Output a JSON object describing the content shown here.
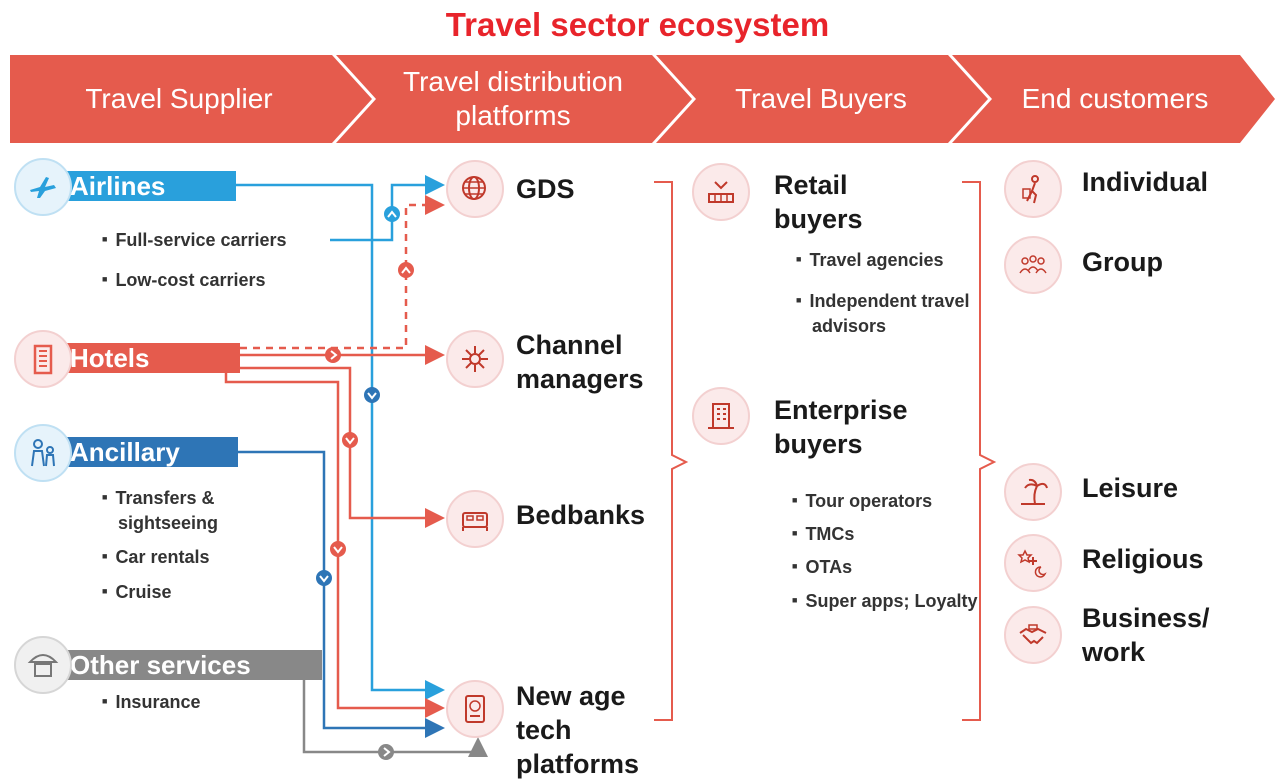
{
  "title": "Travel sector ecosystem",
  "colors": {
    "accent": "#e8242b",
    "band": "#e55b4d",
    "airline_blue": "#29a0dc",
    "hotel_red": "#e55b4d",
    "ancillary_blue": "#2e75b6",
    "grey": "#888888"
  },
  "stages": [
    "Travel Supplier",
    "Travel distribution platforms",
    "Travel Buyers",
    "End customers"
  ],
  "suppliers": {
    "airlines": {
      "label": "Airlines",
      "icon": "airplane-icon",
      "items": [
        "Full-service carriers",
        "Low-cost carriers"
      ]
    },
    "hotels": {
      "label": "Hotels",
      "icon": "hotel-building-icon"
    },
    "ancillary": {
      "label": "Ancillary",
      "icon": "people-icon",
      "items": [
        "Transfers & sightseeing",
        "Car rentals",
        "Cruise"
      ]
    },
    "other": {
      "label": "Other services",
      "icon": "umbrella-icon",
      "items": [
        "Insurance"
      ]
    }
  },
  "platforms": {
    "gds": {
      "label": "GDS",
      "icon": "globe-icon"
    },
    "channel": {
      "label": "Channel managers",
      "icon": "network-icon"
    },
    "bedbanks": {
      "label": "Bedbanks",
      "icon": "bed-icon"
    },
    "newage": {
      "label": "New age tech platforms",
      "icon": "passport-icon"
    }
  },
  "buyers": {
    "retail": {
      "label": "Retail buyers",
      "icon": "retail-icon",
      "items": [
        "Travel agencies",
        "Independent travel advisors"
      ]
    },
    "enterprise": {
      "label": "Enterprise buyers",
      "icon": "enterprise-building-icon",
      "items": [
        "Tour operators",
        "TMCs",
        "OTAs",
        "Super apps; Loyalty"
      ]
    }
  },
  "customers": {
    "individual": {
      "label": "Individual",
      "icon": "traveler-icon"
    },
    "group": {
      "label": "Group",
      "icon": "group-icon"
    },
    "leisure": {
      "label": "Leisure",
      "icon": "palm-tree-icon"
    },
    "religious": {
      "label": "Religious",
      "icon": "religious-icon"
    },
    "business": {
      "label": "Business/ work",
      "icon": "handshake-icon"
    }
  }
}
